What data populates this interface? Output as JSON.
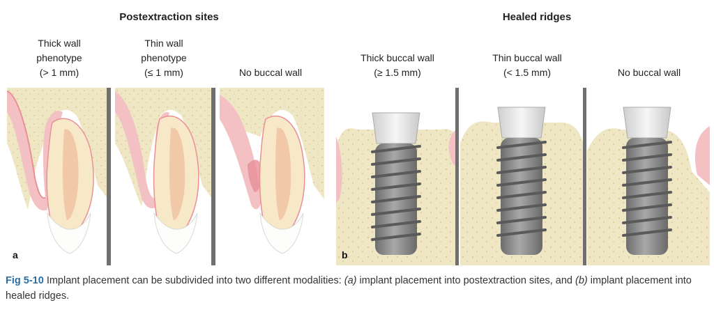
{
  "groups": [
    {
      "title": "Postextraction sites",
      "letter": "a",
      "columns": [
        {
          "lines": [
            "Thick wall",
            "phenotype",
            "(> 1 mm)"
          ]
        },
        {
          "lines": [
            "Thin wall",
            "phenotype",
            "(≤ 1 mm)"
          ]
        },
        {
          "lines": [
            "No buccal wall"
          ]
        }
      ]
    },
    {
      "title": "Healed ridges",
      "letter": "b",
      "columns": [
        {
          "lines": [
            "Thick buccal wall",
            "(≥ 1.5 mm)"
          ]
        },
        {
          "lines": [
            "Thin buccal wall",
            "(< 1.5 mm)"
          ]
        },
        {
          "lines": [
            "No buccal wall"
          ]
        }
      ]
    }
  ],
  "caption": {
    "fig_label": "Fig 5-10",
    "text_1": " Implant placement can be subdivided into two different modalities: ",
    "italic_a": "(a)",
    "text_2": " implant placement into postextraction sites, and ",
    "italic_b": "(b)",
    "text_3": " implant placement into healed ridges."
  },
  "colors": {
    "bone": "#efe6c4",
    "gingiva": "#f3c1c4",
    "gingiva_dark": "#e98f98",
    "root": "#f7e9c8",
    "pulp": "#f2c9a8",
    "enamel": "#fdfdfb",
    "implant_body": "#8a8a8a",
    "implant_abutment": "#e4e4e4",
    "divider": "#6f6f6f",
    "fig_label": "#2a6ea3"
  }
}
